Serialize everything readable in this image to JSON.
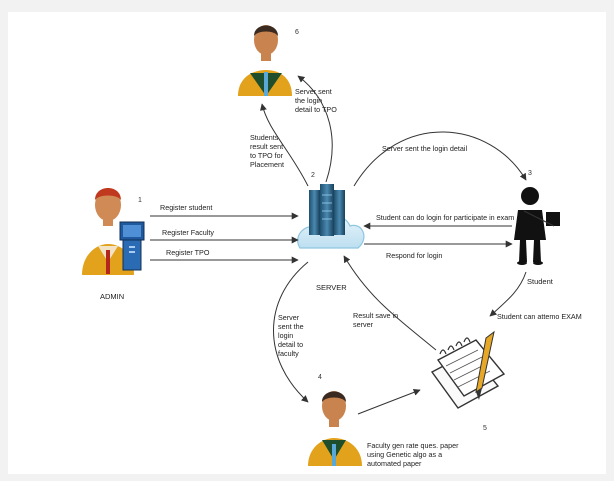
{
  "nodes": {
    "admin": {
      "label": "ADMIN",
      "number": "1"
    },
    "server": {
      "label": "SERVER",
      "number": "2"
    },
    "student": {
      "label": "Student",
      "number": "3"
    },
    "faculty": {
      "number": "4"
    },
    "exam_paper": {
      "number": "5"
    },
    "tpo": {
      "number": "6"
    }
  },
  "labels": {
    "register_student": "Register student",
    "register_faculty": "Register Faculty",
    "register_tpo": "Register TPO",
    "server_sent_login_tpo": "Server sent\nthe login\ndetail to TPO",
    "students_result_tpo": "Students\nresult sent\nto TPO for\nPlacement",
    "server_sent_login_detail": "Server sent the login detail",
    "student_login_exam": "Student can do login for participate in exam",
    "respond_login": "Respond for login",
    "student_attempt_exam": "Student can attemo EXAM",
    "result_save_server": "Result save in\nserver",
    "server_sent_login_faculty": "Server\nsent the\nlogin\ndetail to\nfaculty",
    "faculty_generate_paper": "Faculty gen rate ques. paper\nusing Genetic algo as a\nautomated paper"
  }
}
